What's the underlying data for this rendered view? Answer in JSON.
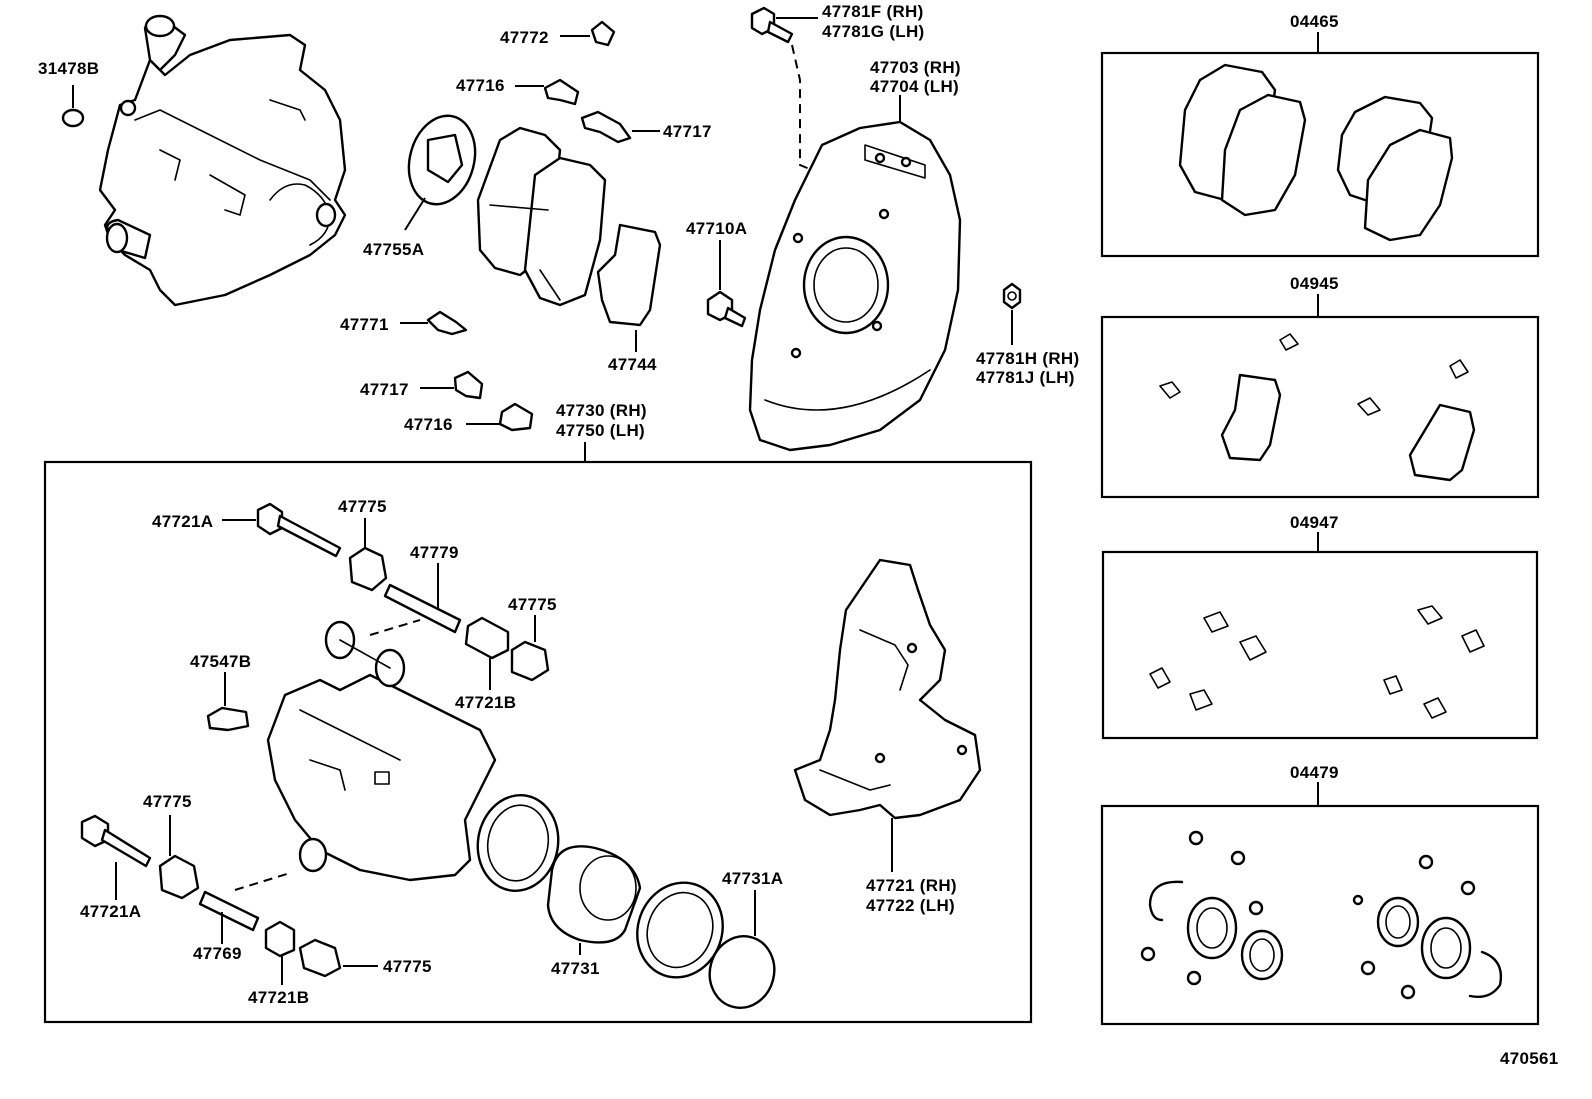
{
  "diagram_id": "470561",
  "labels": {
    "p31478B": "31478B",
    "p47772": "47772",
    "p47716_top": "47716",
    "p47717_top": "47717",
    "p47755A": "47755A",
    "p47771": "47771",
    "p47717_bottom": "47717",
    "p47716_bottom": "47716",
    "p47744": "47744",
    "p47710A": "47710A",
    "p47781F": "47781F (RH)",
    "p47781G": "47781G (LH)",
    "p47703": "47703 (RH)",
    "p47704": "47704 (LH)",
    "p47781H": "47781H (RH)",
    "p47781J": "47781J (LH)",
    "p47730": "47730 (RH)",
    "p47750": "47750 (LH)",
    "p47721A_top": "47721A",
    "p47775_a": "47775",
    "p47779": "47779",
    "p47775_b": "47775",
    "p47547B": "47547B",
    "p47721B_top": "47721B",
    "p47775_c": "47775",
    "p47721A_bottom": "47721A",
    "p47769": "47769",
    "p47721B_bottom": "47721B",
    "p47775_d": "47775",
    "p47731": "47731",
    "p47731A": "47731A",
    "p47721": "47721 (RH)",
    "p47722": "47722 (LH)",
    "kit04465": "04465",
    "kit04945": "04945",
    "kit04947": "04947",
    "kit04479": "04479"
  }
}
